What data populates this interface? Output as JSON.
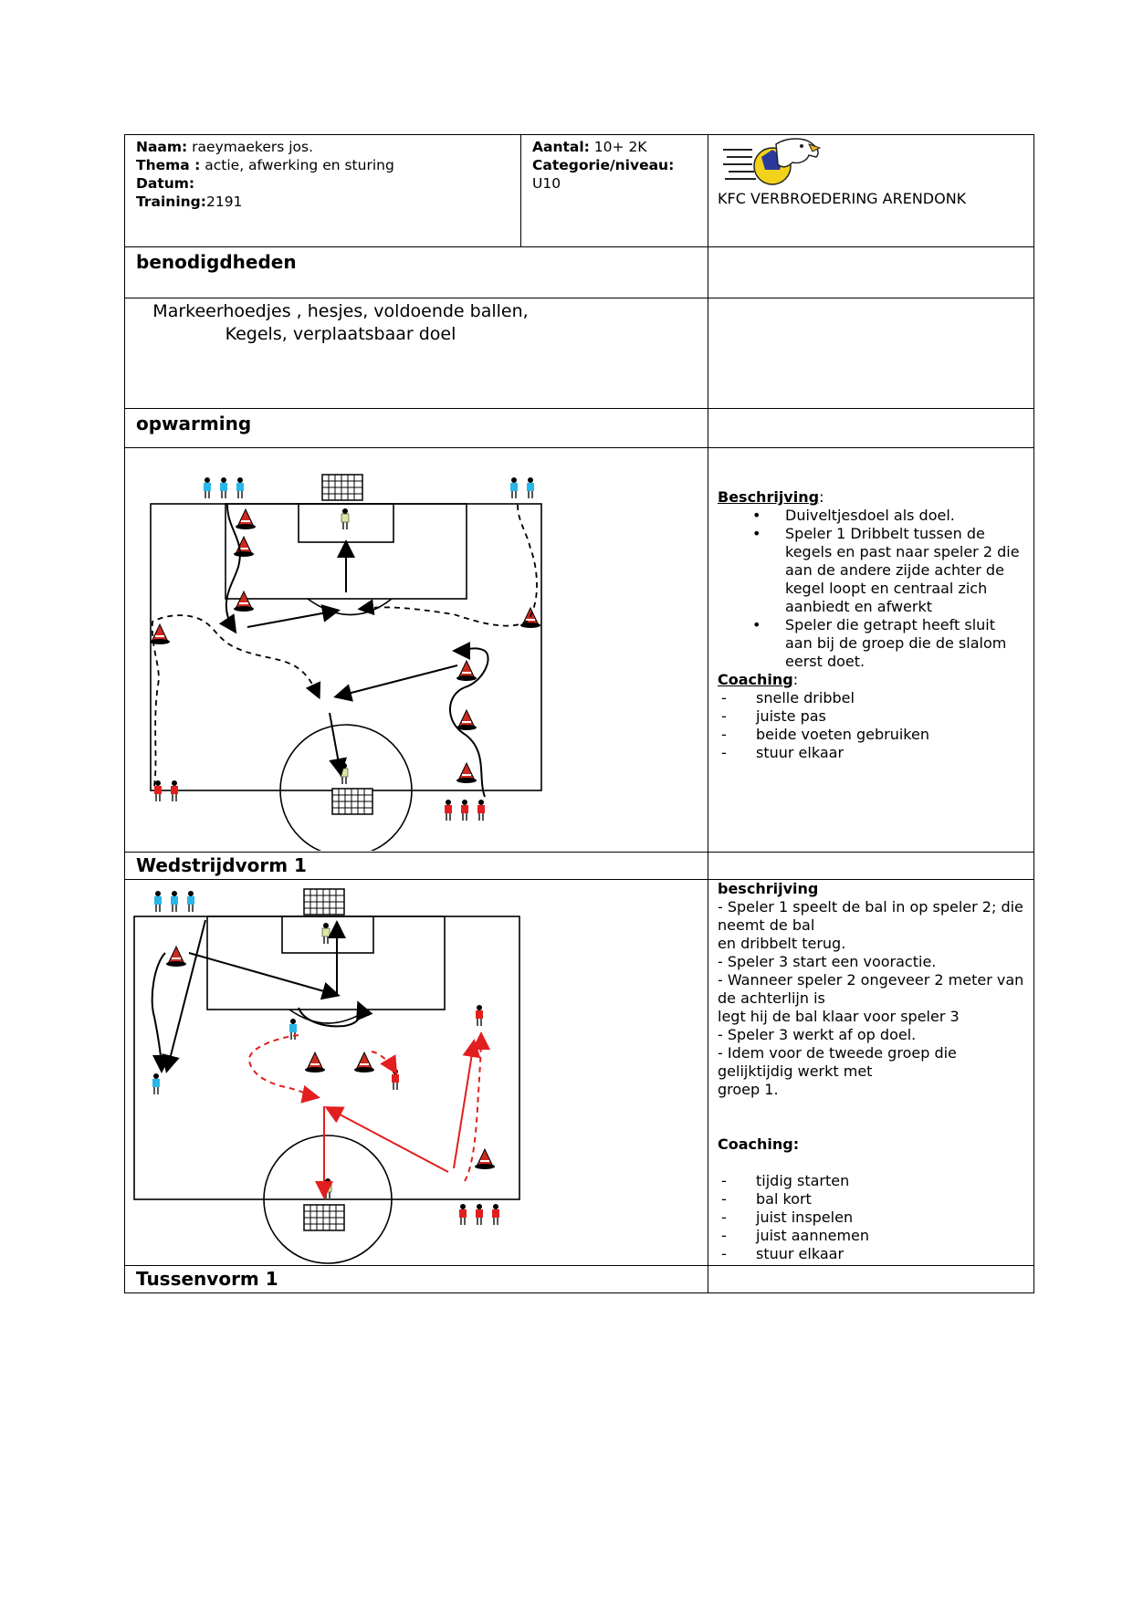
{
  "header": {
    "naam_label": "Naam:",
    "naam_value": " raeymaekers jos.",
    "thema_label": "Thema :",
    "thema_value": " actie, afwerking en sturing",
    "datum_label": "Datum:",
    "training_label": "Training:",
    "training_value": "2191",
    "aantal_label": "Aantal:",
    "aantal_value": " 10+ 2K",
    "categorie_label": "Categorie/niveau:",
    "categorie_value": "U10",
    "club_name": "KFC VERBROEDERING ARENDONK"
  },
  "benodigdheden": {
    "title": "benodigdheden",
    "line1": "Markeerhoedjes , hesjes, voldoende ballen,",
    "line2": "Kegels, verplaatsbaar doel"
  },
  "opwarming": {
    "title": "opwarming",
    "beschrijving_label": "Beschrijving",
    "beschrijving_items": [
      "Duiveltjesdoel als doel.",
      "Speler 1 Dribbelt tussen de kegels en past naar speler 2 die aan de andere zijde achter de kegel loopt en centraal zich aanbiedt en afwerkt",
      "Speler die getrapt heeft sluit aan bij de groep die de slalom eerst doet."
    ],
    "coaching_label": "Coaching",
    "coaching_items": [
      "snelle dribbel",
      "juiste pas",
      "beide voeten gebruiken",
      "stuur elkaar"
    ]
  },
  "wedstrijdvorm": {
    "title": "Wedstrijdvorm 1",
    "beschrijving_label": "beschrijving",
    "lines": [
      "- Speler 1 speelt de bal in op speler 2; die neemt de bal",
      "en dribbelt terug.",
      "- Speler 3 start een vooractie.",
      "- Wanneer speler 2 ongeveer 2 meter van de achterlijn is",
      "legt hij de bal klaar voor speler 3",
      "- Speler 3 werkt af op doel.",
      "- Idem voor de tweede groep die gelijktijdig werkt met",
      "groep 1."
    ],
    "coaching_label": "Coaching:",
    "coaching_items": [
      "tijdig starten",
      "bal kort",
      "juist inspelen",
      "juist aannemen",
      "stuur elkaar"
    ]
  },
  "tussenvorm": {
    "title": "Tussenvorm 1"
  },
  "colors": {
    "team_blue": "#29b6e8",
    "team_red": "#e21e1e",
    "cone": "#cc2a1e"
  }
}
